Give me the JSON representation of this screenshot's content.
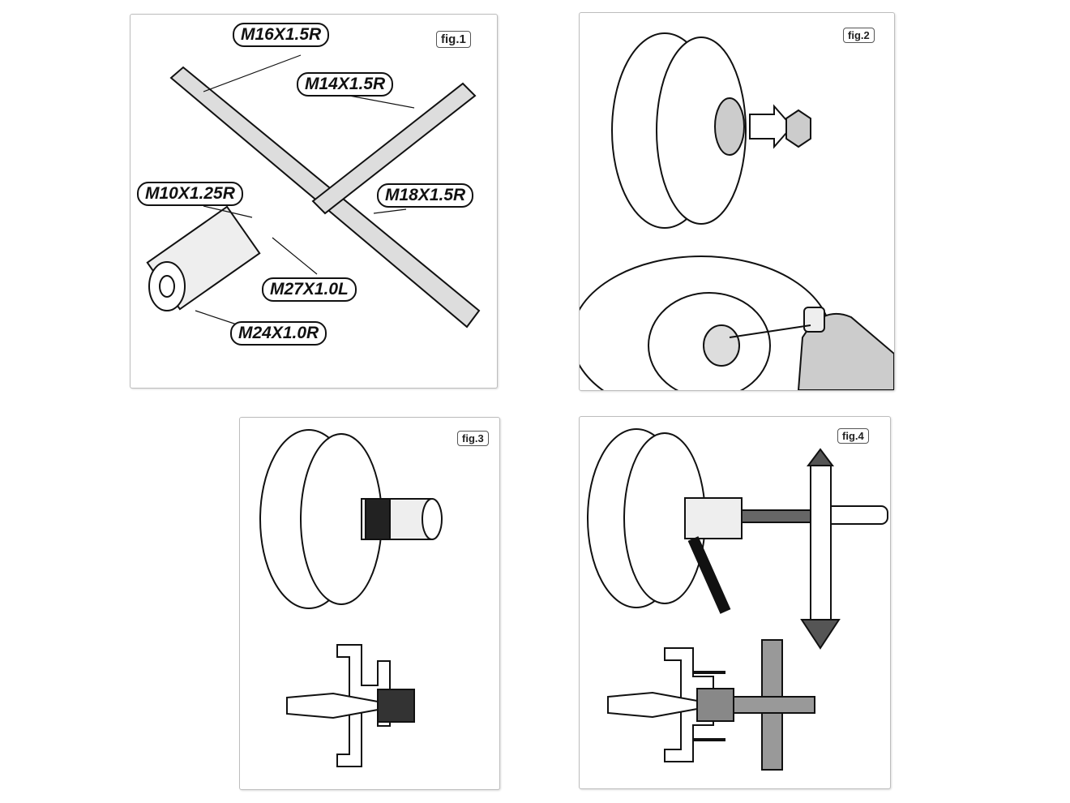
{
  "figures": [
    {
      "label": "fig.1",
      "thread_labels": [
        "M16X1.5R",
        "M14X1.5R",
        "M10X1.25R",
        "M18X1.5R",
        "M27X1.0L",
        "M24X1.0R"
      ]
    },
    {
      "label": "fig.2"
    },
    {
      "label": "fig.3"
    },
    {
      "label": "fig.4"
    }
  ]
}
